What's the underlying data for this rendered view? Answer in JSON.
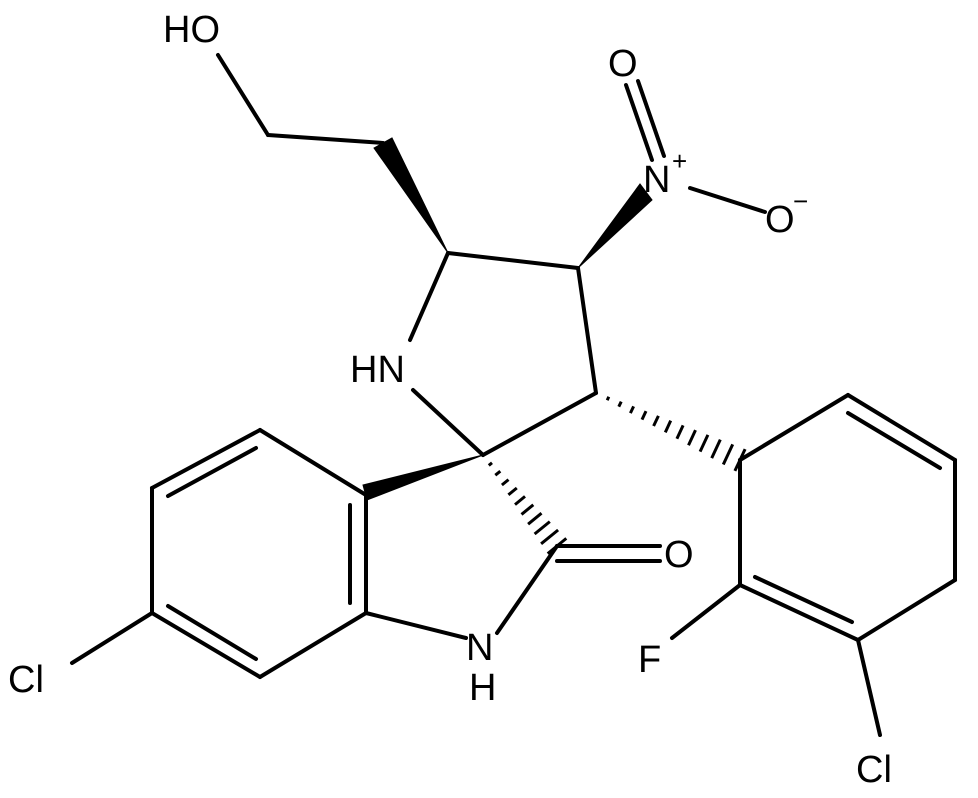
{
  "molecule": {
    "atom_labels": {
      "ho": "HO",
      "nitro_o_top": "O",
      "nitro_n": "N",
      "nitro_n_charge": "+",
      "nitro_o_minus": "O",
      "nitro_o_minus_charge": "−",
      "pyrrolidine_nh": "HN",
      "carbonyl_o": "O",
      "indoline_n": "N",
      "indoline_h": "H",
      "cl_left": "Cl",
      "f": "F",
      "cl_bottom": "Cl"
    }
  }
}
